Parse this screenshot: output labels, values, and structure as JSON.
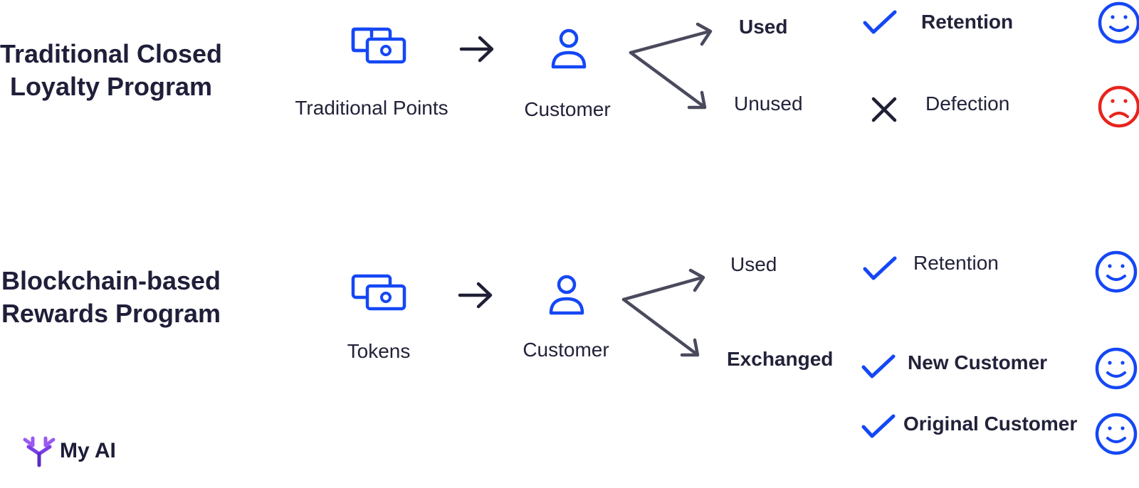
{
  "sections": [
    {
      "title_line1": "Traditional Closed",
      "title_line2": "Loyalty Program",
      "currency_label": "Traditional Points",
      "customer_label": "Customer",
      "branches": [
        {
          "label": "Used",
          "outcome": "Retention",
          "mark": "check",
          "face": "happy"
        },
        {
          "label": "Unused",
          "outcome": "Defection",
          "mark": "cross",
          "face": "sad"
        }
      ]
    },
    {
      "title_line1": "Blockchain-based",
      "title_line2": "Rewards Program",
      "currency_label": "Tokens",
      "customer_label": "Customer",
      "branches": [
        {
          "label": "Used",
          "outcome": "Retention",
          "mark": "check",
          "face": "happy"
        },
        {
          "label": "Exchanged",
          "outcome": "New Customer",
          "mark": "check",
          "face": "happy"
        },
        {
          "label": "",
          "outcome": "Original Customer",
          "mark": "check",
          "face": "happy"
        }
      ]
    }
  ],
  "logo": {
    "text": "My AI"
  },
  "colors": {
    "blue": "#1447f5",
    "red": "#e8231c",
    "dark": "#22223a",
    "arrow": "#4a4a5e",
    "logo": "#7b3fe4"
  },
  "icons": [
    "money-icon",
    "arrow-right-icon",
    "person-icon",
    "branch-arrow-icon",
    "check-icon",
    "cross-icon",
    "happy-face-icon",
    "sad-face-icon"
  ]
}
